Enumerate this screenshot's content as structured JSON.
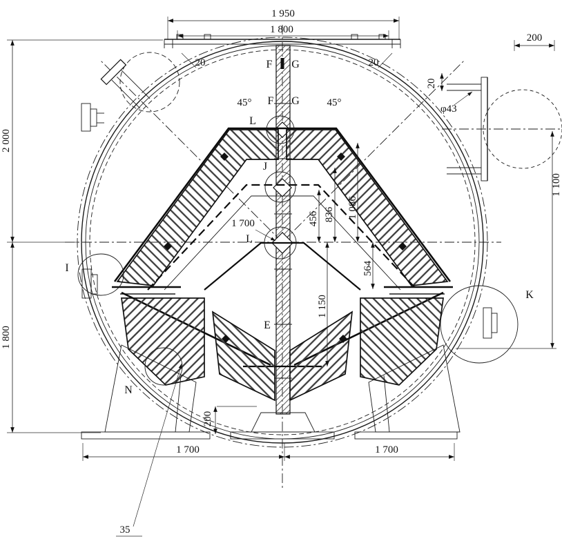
{
  "drawing": {
    "dims": {
      "top_width_outer": "1 950",
      "top_width_inner": "1 800",
      "left_height_upper": "2 000",
      "left_height_lower": "1 800",
      "right_offset": "200",
      "right_height": "1 100",
      "tab_offset_left": "20",
      "tab_offset_right": "20",
      "nozzle_offset": "20",
      "nozzle_diameter": "φ43",
      "angle_left": "45°",
      "angle_right": "45°",
      "baffle_width": "1 700",
      "v456": "456",
      "v836": "836",
      "v1086": "1 086",
      "v564": "564",
      "v1150": "1 150",
      "support_height": "200",
      "base_left": "1 700",
      "base_right": "1 700",
      "plate_thickness": "35"
    },
    "sections": {
      "f_top": "F",
      "g_top": "G",
      "f_mid": "F",
      "g_mid": "G",
      "l_upper": "L",
      "j_detail": "J",
      "l_mid": "L",
      "e_detail": "E",
      "i_detail": "I",
      "k_detail": "K",
      "n_detail": "N"
    }
  }
}
